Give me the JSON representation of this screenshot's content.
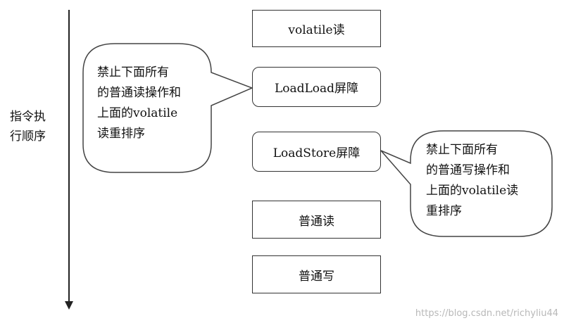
{
  "axis": {
    "label": "指令执\n行顺序"
  },
  "boxes": {
    "volatile_read": "volatile读",
    "loadload": "LoadLoad屏障",
    "loadstore": "LoadStore屏障",
    "normal_read": "普通读",
    "normal_write": "普通写"
  },
  "callouts": {
    "left": "禁止下面所有\n的普通读操作和\n上面的volatile\n读重排序",
    "right": "禁止下面所有\n的普通写操作和\n上面的volatile读\n重排序"
  },
  "watermark": "https://blog.csdn.net/richyliu44"
}
